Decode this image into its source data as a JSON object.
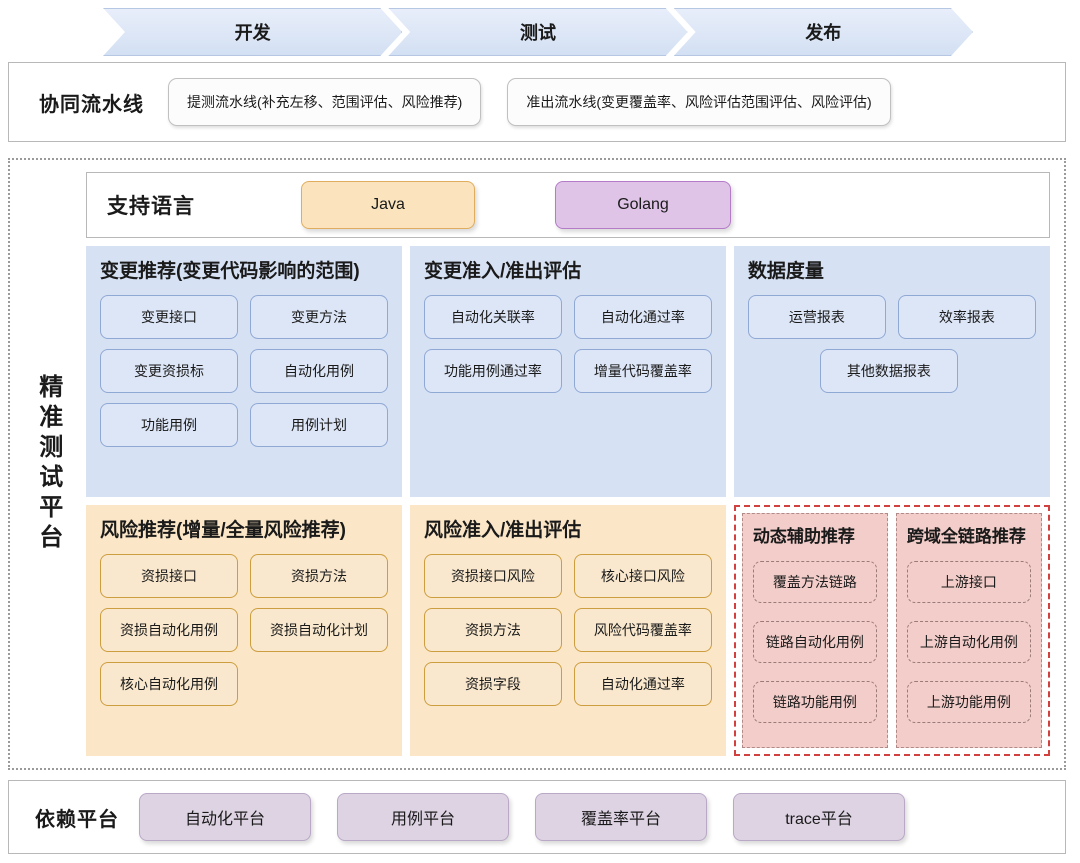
{
  "phases": [
    {
      "label": "开发"
    },
    {
      "label": "测试"
    },
    {
      "label": "发布"
    }
  ],
  "collab": {
    "label": "协同流水线",
    "pipelines": [
      {
        "label": "提测流水线(补充左移、范围评估、风险推荐)"
      },
      {
        "label": "准出流水线(变更覆盖率、风险评估范围评估、风险评估)"
      }
    ]
  },
  "platform": {
    "label": "精准测试平台",
    "languages": {
      "title": "支持语言",
      "items": [
        {
          "label": "Java",
          "color": "#fae3bd"
        },
        {
          "label": "Golang",
          "color": "#dfc4e8"
        }
      ]
    },
    "panels_row1": [
      {
        "title": "变更推荐(变更代码影响的范围)",
        "items": [
          "变更接口",
          "变更方法",
          "变更资损标",
          "自动化用例",
          "功能用例",
          "用例计划"
        ]
      },
      {
        "title": "变更准入/准出评估",
        "items": [
          "自动化关联率",
          "自动化通过率",
          "功能用例通过率",
          "增量代码覆盖率"
        ]
      },
      {
        "title": "数据度量",
        "items": [
          "运营报表",
          "效率报表",
          "其他数据报表"
        ]
      }
    ],
    "panels_row2": [
      {
        "title": "风险推荐(增量/全量风险推荐)",
        "items": [
          "资损接口",
          "资损方法",
          "资损自动化用例",
          "资损自动化计划",
          "核心自动化用例"
        ]
      },
      {
        "title": "风险准入/准出评估",
        "items": [
          "资损接口风险",
          "核心接口风险",
          "资损方法",
          "风险代码覆盖率",
          "资损字段",
          "自动化通过率"
        ]
      }
    ],
    "panels_pink": [
      {
        "title": "动态辅助推荐",
        "items": [
          "覆盖方法链路",
          "链路自动化用例",
          "链路功能用例"
        ]
      },
      {
        "title": "跨域全链路推荐",
        "items": [
          "上游接口",
          "上游自动化用例",
          "上游功能用例"
        ]
      }
    ]
  },
  "deps": {
    "label": "依赖平台",
    "items": [
      "自动化平台",
      "用例平台",
      "覆盖率平台",
      "trace平台"
    ]
  },
  "colors": {
    "blue_panel": "#d6e1f4",
    "orange_panel": "#fbe6c7",
    "pink_panel": "#f2cdc9",
    "pink_wrap_border": "#d1413f",
    "chevron": "#dbe5f5",
    "purple_pill": "#ddd3e3"
  }
}
